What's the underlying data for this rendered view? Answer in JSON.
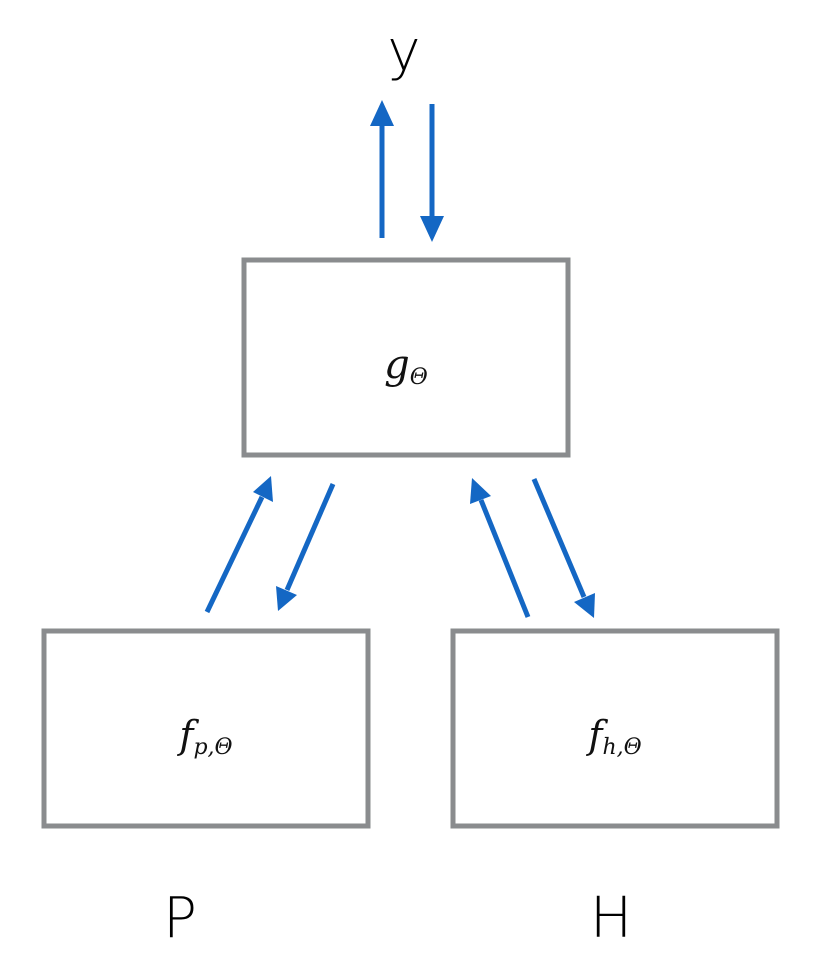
{
  "labels": {
    "output": "y",
    "input_premise": "P",
    "input_hypothesis": "H"
  },
  "nodes": {
    "top": {
      "symbol": "g",
      "subscript": "Θ"
    },
    "left": {
      "symbol": "f",
      "subscript": "p,Θ"
    },
    "right": {
      "symbol": "f",
      "subscript": "h,Θ"
    }
  },
  "colors": {
    "arrow": "#1467c4",
    "box_border": "#8a8c8e"
  }
}
